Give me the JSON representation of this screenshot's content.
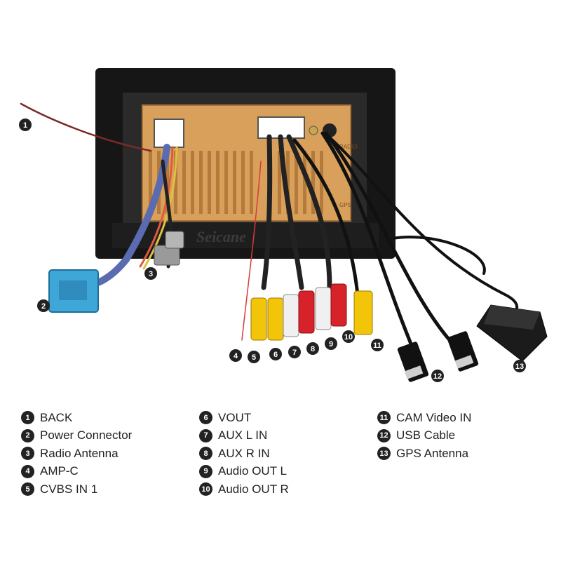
{
  "brand_watermark": "Seicane",
  "unit_labels": {
    "radio": "RADIO",
    "gps": "GPS"
  },
  "callouts": [
    "1",
    "2",
    "3",
    "4",
    "5",
    "6",
    "7",
    "8",
    "9",
    "10",
    "11",
    "12",
    "13"
  ],
  "legend": {
    "col1": [
      {
        "num": "1",
        "label": "BACK"
      },
      {
        "num": "2",
        "label": "Power Connector"
      },
      {
        "num": "3",
        "label": "Radio Antenna"
      },
      {
        "num": "4",
        "label": "AMP-C"
      },
      {
        "num": "5",
        "label": "CVBS IN 1"
      }
    ],
    "col2": [
      {
        "num": "6",
        "label": "VOUT"
      },
      {
        "num": "7",
        "label": "AUX L IN"
      },
      {
        "num": "8",
        "label": "AUX R IN"
      },
      {
        "num": "9",
        "label": "Audio OUT L"
      },
      {
        "num": "10",
        "label": "Audio OUT R"
      }
    ],
    "col3": [
      {
        "num": "11",
        "label": "CAM Video IN"
      },
      {
        "num": "12",
        "label": "USB Cable"
      },
      {
        "num": "13",
        "label": "GPS Antenna"
      }
    ]
  },
  "colors": {
    "frame": "#161616",
    "backplate": "#d8a05a",
    "rca_yellow": "#f2c40a",
    "rca_white": "#f0f0f0",
    "rca_red": "#d8222a",
    "connector_blue": "#3fa6d8",
    "connector_grey": "#9a9a9a"
  }
}
